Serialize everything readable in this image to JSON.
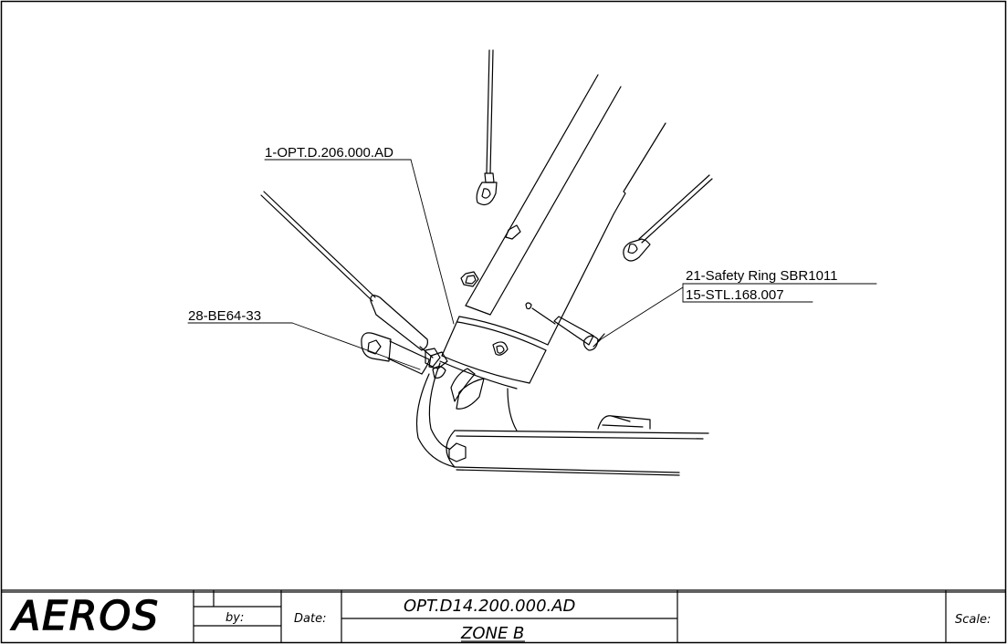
{
  "drawing": {
    "callouts": [
      {
        "id": "c1",
        "text": "1-OPT.D.206.000.AD"
      },
      {
        "id": "c28",
        "text": "28-BE64-33"
      },
      {
        "id": "c21",
        "text": "21-Safety Ring SBR1011"
      },
      {
        "id": "c15",
        "text": "15-STL.168.007"
      }
    ]
  },
  "title_block": {
    "logo": "AEROS",
    "by_label": "by:",
    "date_label": "Date:",
    "drawing_number": "OPT.D14.200.000.AD",
    "zone": "ZONE B",
    "scale_label": "Scale:"
  }
}
